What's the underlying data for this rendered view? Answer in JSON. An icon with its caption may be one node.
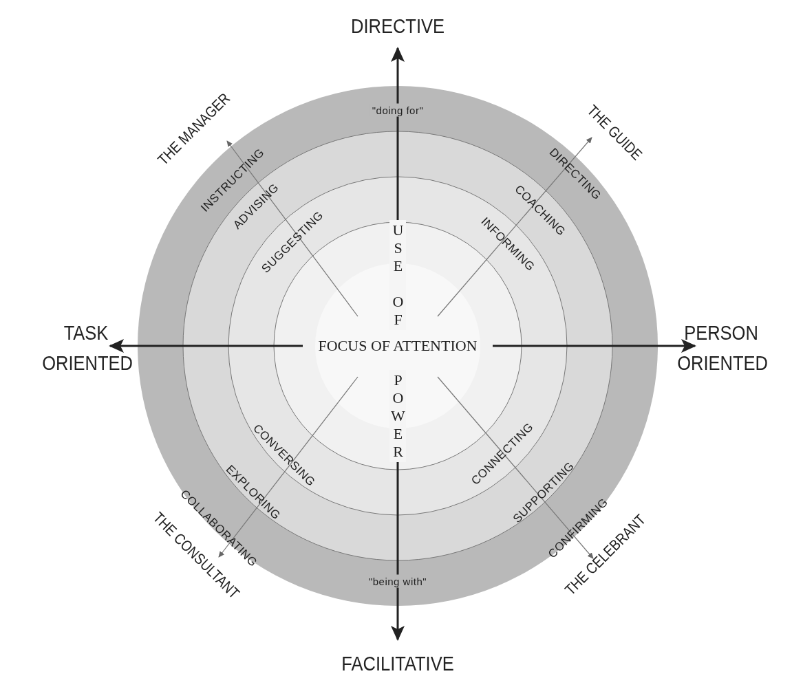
{
  "diagram": {
    "labels": [
      "DIRECTIVE",
      "\"doing for\"",
      "THE MANAGER",
      "THE GUIDE",
      "INSTRUCTING",
      "DIRECTING",
      "ADVISING",
      "COACHING",
      "SUGGESTING",
      "INFORMING",
      "USE OF",
      "TASK ORIENTED",
      "FOCUS OF ATTENTION",
      "PERSON ORIENTED",
      "POWER",
      "CONVERSING",
      "CONNECTING",
      "EXPLORING",
      "SUPPORTING",
      "COLLABORATING",
      "CONFIRMING",
      "\"being with\"",
      "THE CONSULTANT",
      "THE CELEBRANT",
      "FACILITATIVE"
    ]
  }
}
